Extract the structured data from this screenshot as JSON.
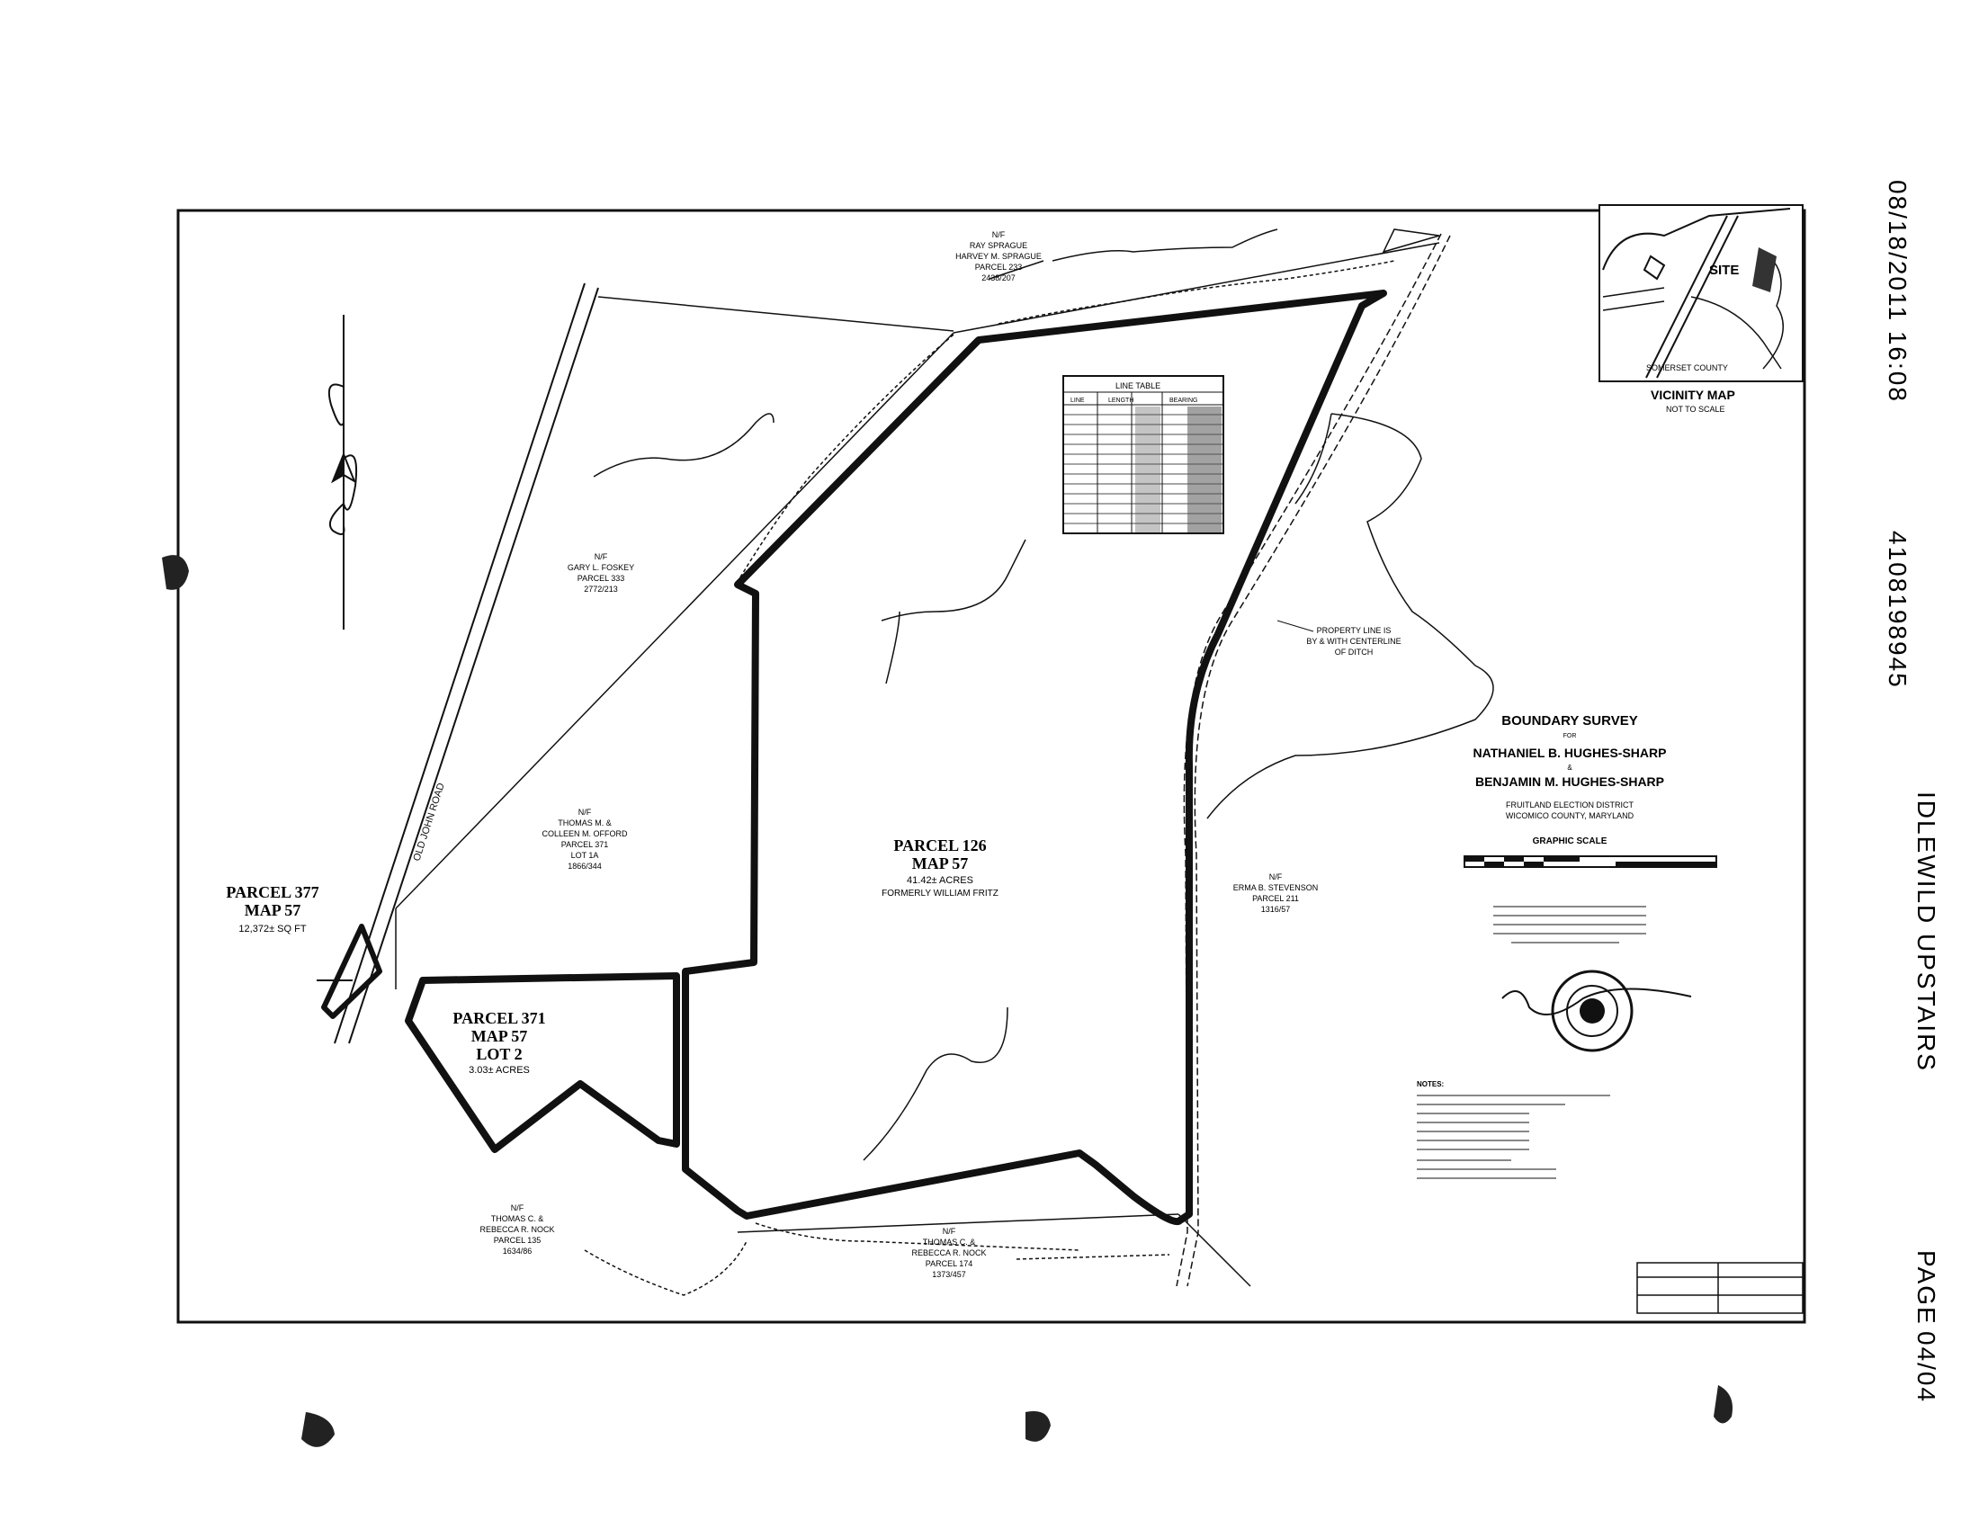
{
  "fax": {
    "timestamp": "08/18/2011  16:08",
    "number": "4108198945",
    "site": "IDLEWILD UPSTAIRS",
    "page_label": "PAGE",
    "page_num": "04/04"
  },
  "title_block": {
    "title": "BOUNDARY SURVEY",
    "for": "FOR",
    "owner1": "NATHANIEL B. HUGHES-SHARP",
    "and": "&",
    "owner2": "BENJAMIN M. HUGHES-SHARP",
    "district": "FRUITLAND ELECTION DISTRICT",
    "county": "WICOMICO COUNTY, MARYLAND",
    "graphic_scale": "GRAPHIC SCALE"
  },
  "vicinity": {
    "title": "VICINITY MAP",
    "subtitle": "NOT TO SCALE",
    "site": "SITE",
    "county": "SOMERSET COUNTY"
  },
  "parcels": {
    "p126_name": "PARCEL 126",
    "p126_map": "MAP 57",
    "p126_acres": "41.42± ACRES",
    "p126_former": "FORMERLY WILLIAM FRITZ",
    "p371_name": "PARCEL 371",
    "p371_map": "MAP 57",
    "p371_lot": "LOT 2",
    "p371_acres": "3.03± ACRES",
    "p377_name": "PARCEL 377",
    "p377_map": "MAP 57",
    "p377_area": "12,372± SQ FT"
  },
  "neighbors": {
    "north": [
      "N/F",
      "RAY SPRAGUE",
      "HARVEY M. SPRAGUE",
      "PARCEL 233",
      "2438/207"
    ],
    "nw": [
      "N/F",
      "GARY L. FOSKEY",
      "PARCEL 333",
      "2772/213"
    ],
    "mid_w": [
      "N/F",
      "THOMAS M. &",
      "COLLEEN M. OFFORD",
      "PARCEL 371",
      "LOT 1A",
      "1866/344"
    ],
    "east": [
      "N/F",
      "ERMA B. STEVENSON",
      "PARCEL 211",
      "1316/57"
    ],
    "south_w": [
      "N/F",
      "THOMAS C. &",
      "REBECCA R. NOCK",
      "PARCEL 135",
      "1634/86"
    ],
    "south": [
      "N/F",
      "THOMAS C. &",
      "REBECCA R. NOCK",
      "PARCEL 174",
      "1373/457"
    ]
  },
  "road_label": "OLD JOHN ROAD",
  "ditch_note": [
    "PROPERTY LINE IS",
    "BY & WITH CENTERLINE",
    "OF DITCH"
  ],
  "line_table_title": "LINE TABLE",
  "line_table_headers": [
    "LINE",
    "LENGTH",
    "BEARING"
  ],
  "notes_title": "NOTES:"
}
